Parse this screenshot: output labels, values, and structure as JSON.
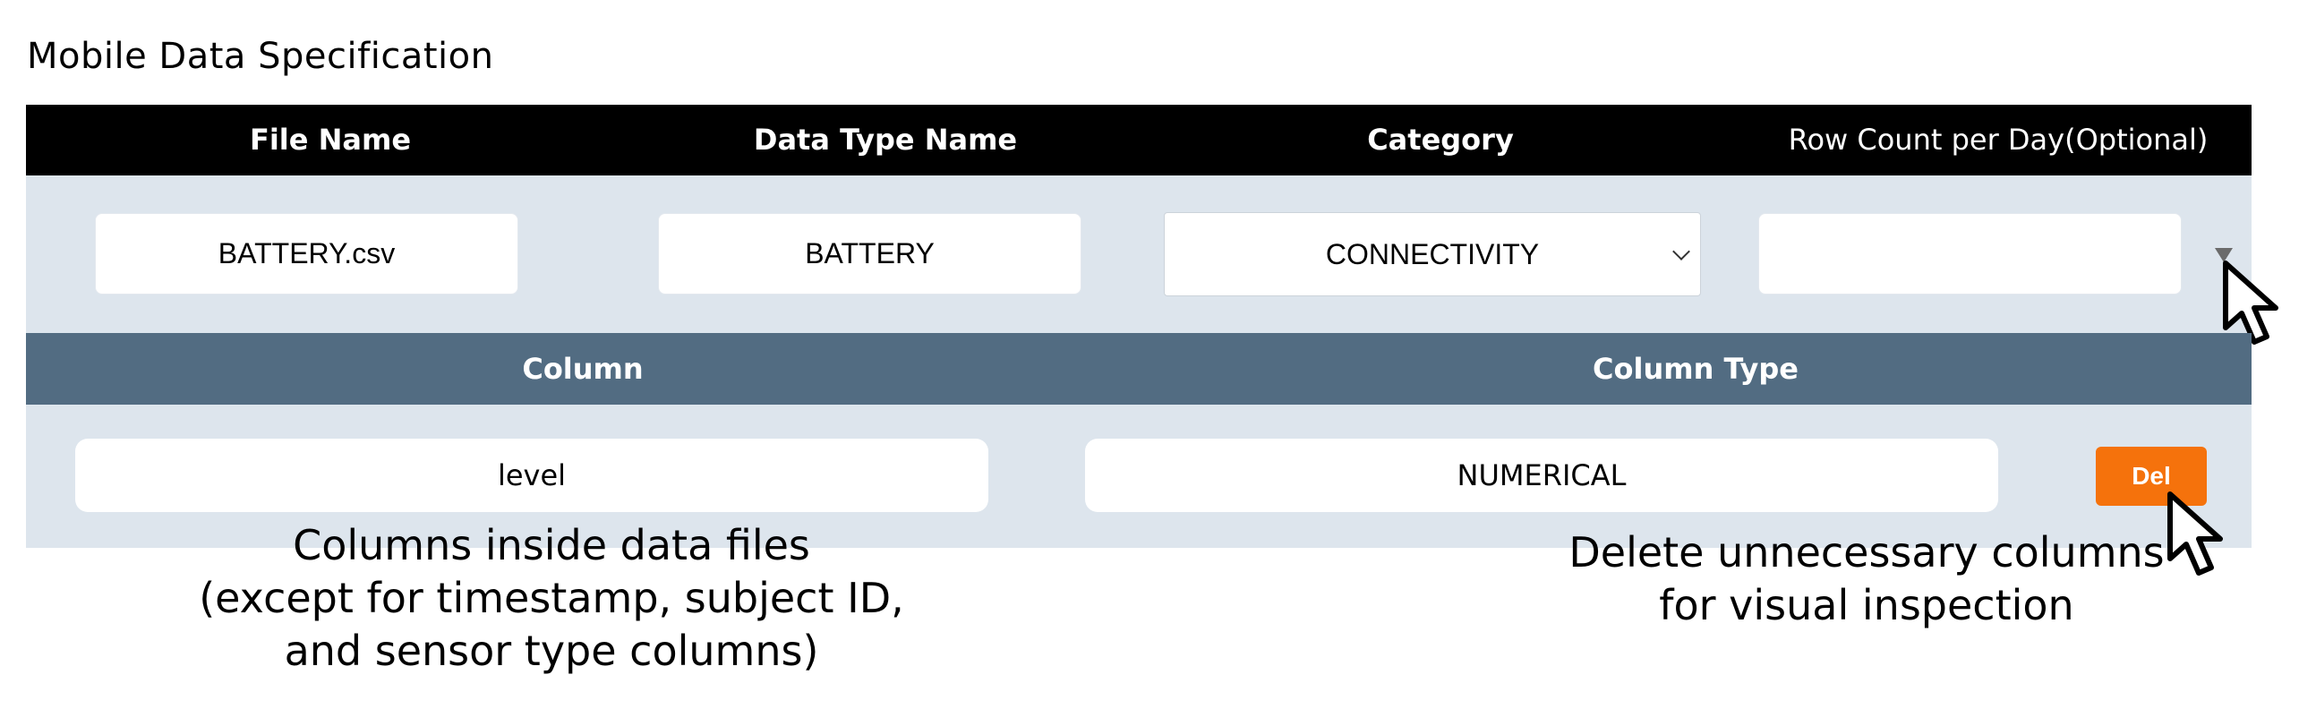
{
  "page": {
    "title": "Mobile Data Specification"
  },
  "spec_table": {
    "headers": {
      "file_name": "File Name",
      "data_type_name": "Data Type Name",
      "category": "Category",
      "row_count": "Row Count per Day(Optional)"
    },
    "row": {
      "file_name": "BATTERY.csv",
      "data_type_name": "BATTERY",
      "category": "CONNECTIVITY",
      "row_count": ""
    }
  },
  "column_table": {
    "headers": {
      "column": "Column",
      "column_type": "Column Type"
    },
    "rows": [
      {
        "column": "level",
        "column_type": "NUMERICAL",
        "delete_label": "Del"
      }
    ]
  },
  "annotations": {
    "columns": [
      "Columns inside data files",
      "(except for timestamp, subject ID,",
      "and sensor type columns)"
    ],
    "delete": [
      "Delete unnecessary columns",
      "for visual inspection"
    ]
  },
  "colors": {
    "header_black": "#000000",
    "body_bg": "#dde5ed",
    "column_header_bg": "#526c82",
    "delete_button": "#f5720c"
  },
  "icons": {
    "expand": "triangle-down-icon",
    "cursor": "arrow-cursor-icon",
    "select": "chevron-down-icon"
  }
}
